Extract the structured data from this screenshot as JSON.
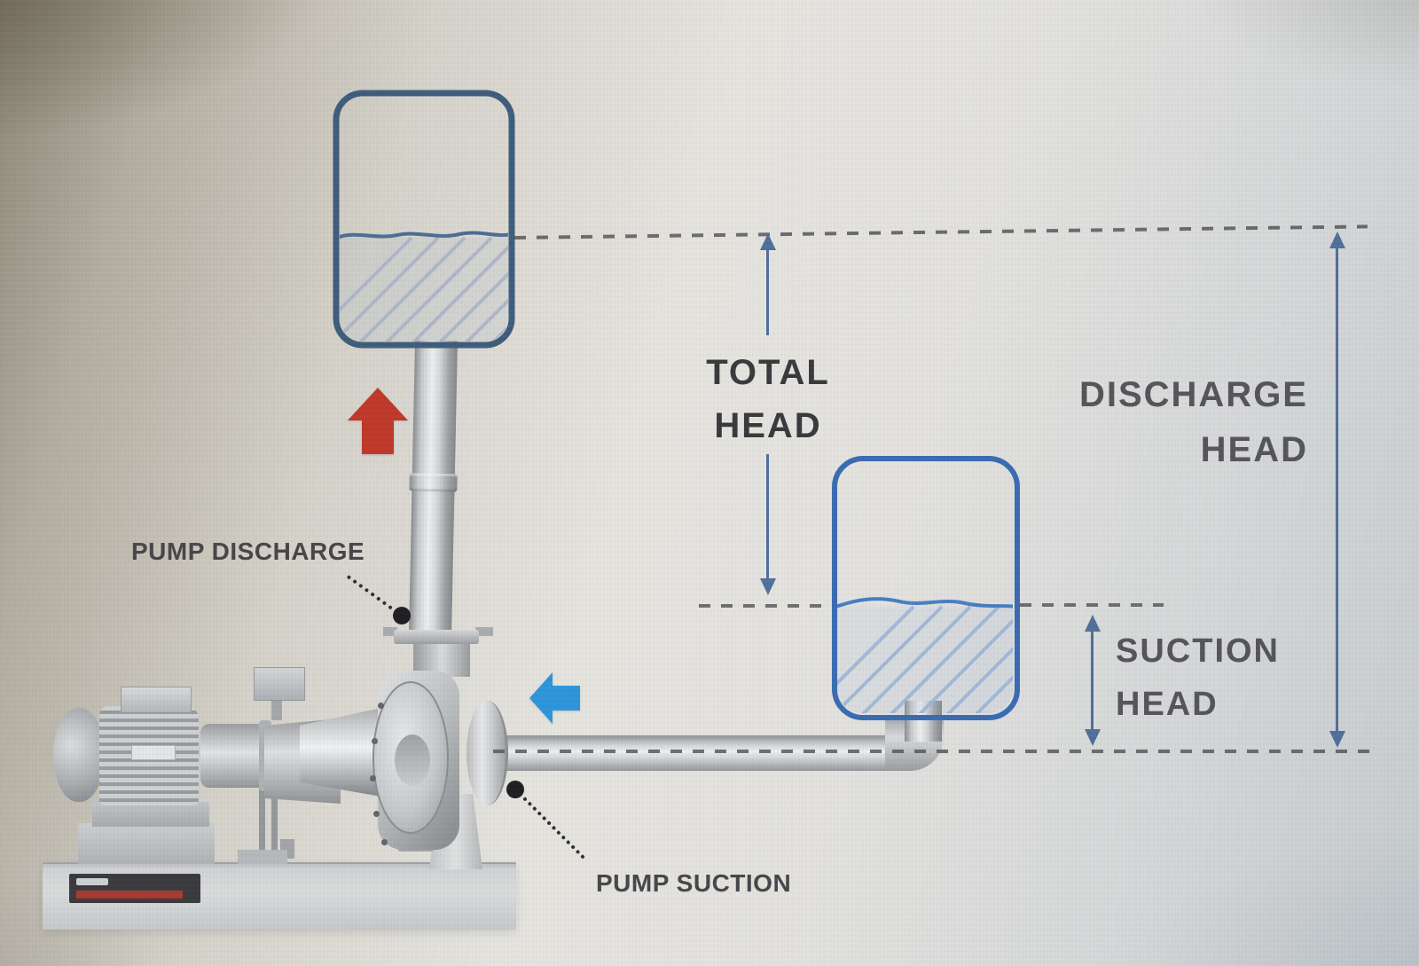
{
  "labels": {
    "total_head": {
      "line1": "TOTAL",
      "line2": "HEAD"
    },
    "discharge_head": {
      "line1": "DISCHARGE",
      "line2": "HEAD"
    },
    "suction_head": {
      "line1": "SUCTION",
      "line2": "HEAD"
    },
    "pump_discharge": "PUMP DISCHARGE",
    "pump_suction": "PUMP SUCTION"
  },
  "flow_arrows": {
    "discharge_direction": "up",
    "suction_direction": "left"
  },
  "colors": {
    "discharge_tank_outline": "#3f5d7d",
    "suction_tank_outline": "#3a6cb2",
    "water_line_discharge": "#4d6d94",
    "water_line_suction": "#4880c4",
    "hatch_discharge": "#a9b5c5",
    "hatch_suction": "#9cb4d6",
    "datum_dash": "#57575a",
    "measure_arrow": "#50709c",
    "flow_arrow_up": "#c0392b",
    "flow_arrow_left": "#2e96dc",
    "label_dark": "#3a3a3e",
    "label_medium": "#55555a",
    "nameplate_bg": "#3b3b3d",
    "nameplate_accent": "#a83a31"
  }
}
